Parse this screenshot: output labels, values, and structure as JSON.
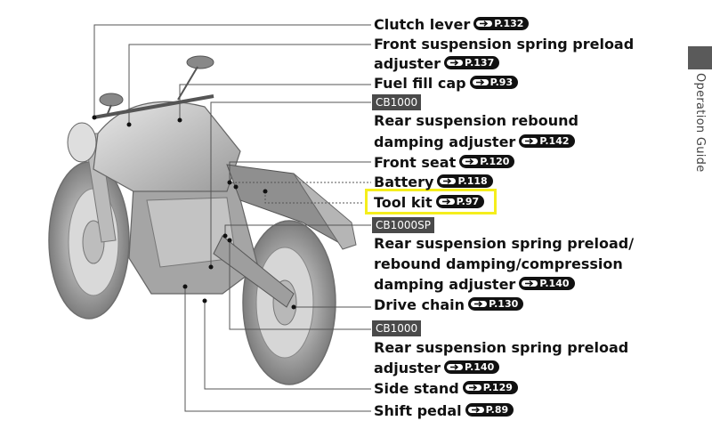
{
  "section_tab": "Operation Guide",
  "labels": [
    {
      "text": "Clutch lever",
      "ref": "P.132"
    },
    {
      "text": "Front suspension spring preload",
      "ref": ""
    },
    {
      "text": "adjuster",
      "ref": "P.137"
    },
    {
      "text": "Fuel fill cap",
      "ref": "P.93"
    },
    {
      "text": "Rear suspension rebound",
      "ref": ""
    },
    {
      "text": "damping adjuster",
      "ref": "P.142"
    },
    {
      "text": "Front seat",
      "ref": "P.120"
    },
    {
      "text": "Battery",
      "ref": "P.118"
    },
    {
      "text": "Tool kit",
      "ref": "P.97"
    },
    {
      "text": "Rear suspension spring preload/",
      "ref": ""
    },
    {
      "text": "rebound damping/compression",
      "ref": ""
    },
    {
      "text": "damping adjuster",
      "ref": "P.140"
    },
    {
      "text": "Drive chain",
      "ref": "P.130"
    },
    {
      "text": "Rear suspension spring preload",
      "ref": ""
    },
    {
      "text": "adjuster",
      "ref": "P.140"
    },
    {
      "text": "Side stand",
      "ref": "P.129"
    },
    {
      "text": "Shift pedal",
      "ref": "P.89"
    }
  ],
  "model_tags": [
    "CB1000",
    "CB1000SP",
    "CB1000"
  ],
  "highlight_color": "#f5ee1c"
}
